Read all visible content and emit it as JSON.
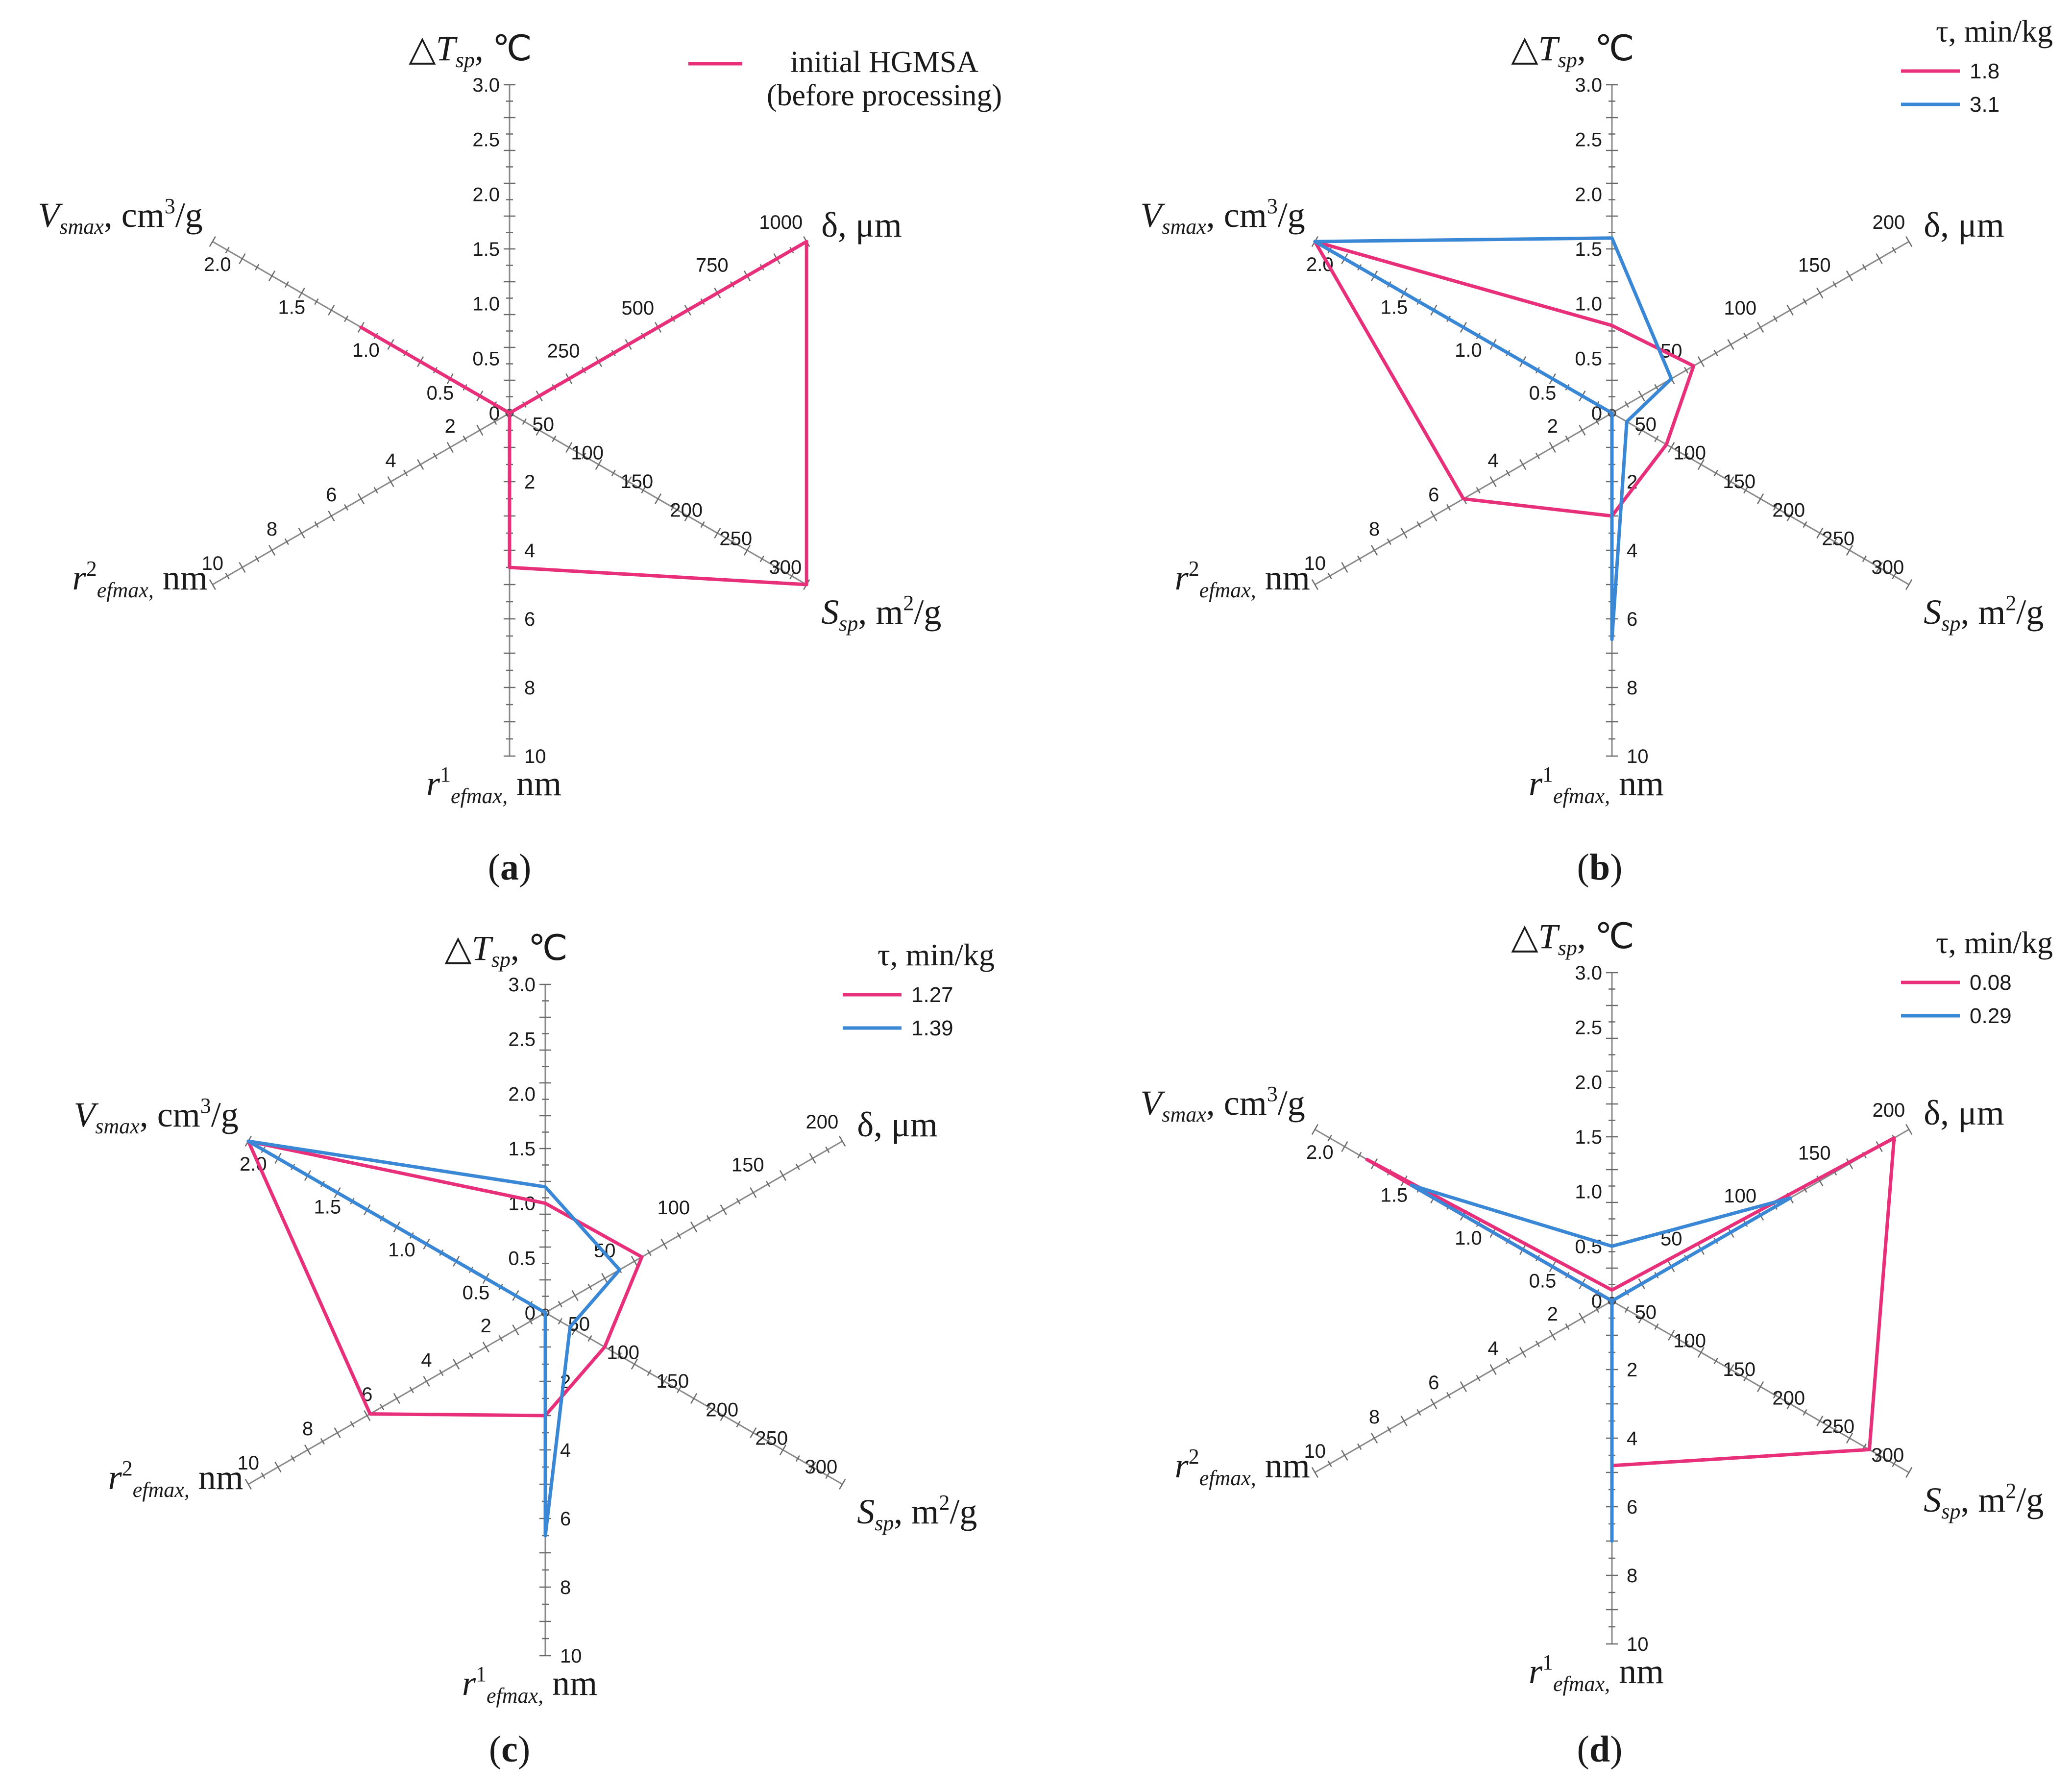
{
  "colors": {
    "series1": "#e8307a",
    "series2": "#3a87d6",
    "axis": "#8a8a8a",
    "tick": "#6a6a6a"
  },
  "axes": {
    "dT": {
      "sym": "T",
      "sub": "sp",
      "unit": ", ℃"
    },
    "d": {
      "text": "δ, μm"
    },
    "S": {
      "sym": "S",
      "sub": "sp",
      "unit": ", m",
      "sup": "2",
      "tail": "/g"
    },
    "r1": {
      "sym": "r",
      "sup": "1",
      "sub": "efmax,",
      "unit": " nm"
    },
    "r2": {
      "sym": "r",
      "sup": "2",
      "sub": "efmax,",
      "unit": " nm"
    },
    "V": {
      "sym": "V",
      "sub": "smax",
      "unit": ", cm",
      "sup": "3",
      "tail": "/g"
    }
  },
  "chart_data": [
    {
      "type": "radar",
      "panel": "a",
      "legend_title": "",
      "axes": [
        {
          "key": "dT",
          "range": [
            0,
            3.0
          ],
          "ticks": [
            "0",
            "0.5",
            "1.0",
            "1.5",
            "2.0",
            "2.5",
            "3.0"
          ]
        },
        {
          "key": "d",
          "range": [
            0,
            1000
          ],
          "ticks": [
            "250",
            "500",
            "750",
            "1000"
          ]
        },
        {
          "key": "S",
          "range": [
            0,
            300
          ],
          "ticks": [
            "50",
            "100",
            "150",
            "200",
            "250",
            "300"
          ]
        },
        {
          "key": "r1",
          "range": [
            0,
            10
          ],
          "ticks": [
            "2",
            "4",
            "6",
            "8",
            "10"
          ]
        },
        {
          "key": "r2",
          "range": [
            0,
            10
          ],
          "ticks": [
            "2",
            "4",
            "6",
            "8",
            "10"
          ]
        },
        {
          "key": "V",
          "range": [
            0,
            2.0
          ],
          "ticks": [
            "0.5",
            "1.0",
            "1.5",
            "2.0"
          ]
        }
      ],
      "series": [
        {
          "name": "initial HGMSA\n(before processing)",
          "values": [
            0,
            1000,
            300,
            4.5,
            0,
            1.0
          ]
        }
      ]
    },
    {
      "type": "radar",
      "panel": "b",
      "legend_title": "τ, min/kg",
      "axes": [
        {
          "key": "dT",
          "range": [
            0,
            3.0
          ],
          "ticks": [
            "0",
            "0.5",
            "1.0",
            "1.5",
            "2.0",
            "2.5",
            "3.0"
          ]
        },
        {
          "key": "d",
          "range": [
            0,
            200
          ],
          "ticks": [
            "50",
            "100",
            "150",
            "200"
          ]
        },
        {
          "key": "S",
          "range": [
            0,
            300
          ],
          "ticks": [
            "50",
            "100",
            "150",
            "200",
            "250",
            "300"
          ]
        },
        {
          "key": "r1",
          "range": [
            0,
            10
          ],
          "ticks": [
            "2",
            "4",
            "6",
            "8",
            "10"
          ]
        },
        {
          "key": "r2",
          "range": [
            0,
            10
          ],
          "ticks": [
            "2",
            "4",
            "6",
            "8",
            "10"
          ]
        },
        {
          "key": "V",
          "range": [
            0,
            2.0
          ],
          "ticks": [
            "0.5",
            "1.0",
            "1.5",
            "2.0"
          ]
        }
      ],
      "series": [
        {
          "name": "1.8",
          "values": [
            0.8,
            55,
            55,
            3.0,
            5.0,
            2.0
          ]
        },
        {
          "name": "3.1",
          "values": [
            1.6,
            40,
            15,
            6.6,
            0,
            2.0
          ]
        }
      ]
    },
    {
      "type": "radar",
      "panel": "c",
      "legend_title": "τ, min/kg",
      "axes": [
        {
          "key": "dT",
          "range": [
            0,
            3.0
          ],
          "ticks": [
            "0",
            "0.5",
            "1.0",
            "1.5",
            "2.0",
            "2.5",
            "3.0"
          ]
        },
        {
          "key": "d",
          "range": [
            0,
            200
          ],
          "ticks": [
            "50",
            "100",
            "150",
            "200"
          ]
        },
        {
          "key": "S",
          "range": [
            0,
            300
          ],
          "ticks": [
            "50",
            "100",
            "150",
            "200",
            "250",
            "300"
          ]
        },
        {
          "key": "r1",
          "range": [
            0,
            10
          ],
          "ticks": [
            "2",
            "4",
            "6",
            "8",
            "10"
          ]
        },
        {
          "key": "r2",
          "range": [
            0,
            10
          ],
          "ticks": [
            "2",
            "4",
            "6",
            "8",
            "10"
          ]
        },
        {
          "key": "V",
          "range": [
            0,
            2.0
          ],
          "ticks": [
            "0.5",
            "1.0",
            "1.5",
            "2.0"
          ]
        }
      ],
      "series": [
        {
          "name": "1.27",
          "values": [
            1.0,
            65,
            60,
            3.0,
            5.9,
            2.0
          ]
        },
        {
          "name": "1.39",
          "values": [
            1.15,
            50,
            25,
            6.5,
            0,
            2.0
          ]
        }
      ]
    },
    {
      "type": "radar",
      "panel": "d",
      "legend_title": "τ, min/kg",
      "axes": [
        {
          "key": "dT",
          "range": [
            0,
            3.0
          ],
          "ticks": [
            "0",
            "0.5",
            "1.0",
            "1.5",
            "2.0",
            "2.5",
            "3.0"
          ]
        },
        {
          "key": "d",
          "range": [
            0,
            200
          ],
          "ticks": [
            "50",
            "100",
            "150",
            "200"
          ]
        },
        {
          "key": "S",
          "range": [
            0,
            300
          ],
          "ticks": [
            "50",
            "100",
            "150",
            "200",
            "250",
            "300"
          ]
        },
        {
          "key": "r1",
          "range": [
            0,
            10
          ],
          "ticks": [
            "2",
            "4",
            "6",
            "8",
            "10"
          ]
        },
        {
          "key": "r2",
          "range": [
            0,
            10
          ],
          "ticks": [
            "2",
            "4",
            "6",
            "8",
            "10"
          ]
        },
        {
          "key": "V",
          "range": [
            0,
            2.0
          ],
          "ticks": [
            "0.5",
            "1.0",
            "1.5",
            "2.0"
          ]
        }
      ],
      "series": [
        {
          "name": "0.08",
          "values": [
            0.1,
            190,
            260,
            4.8,
            0,
            1.65
          ]
        },
        {
          "name": "0.29",
          "values": [
            0.5,
            120,
            0,
            7.0,
            0,
            1.35
          ]
        }
      ]
    }
  ]
}
